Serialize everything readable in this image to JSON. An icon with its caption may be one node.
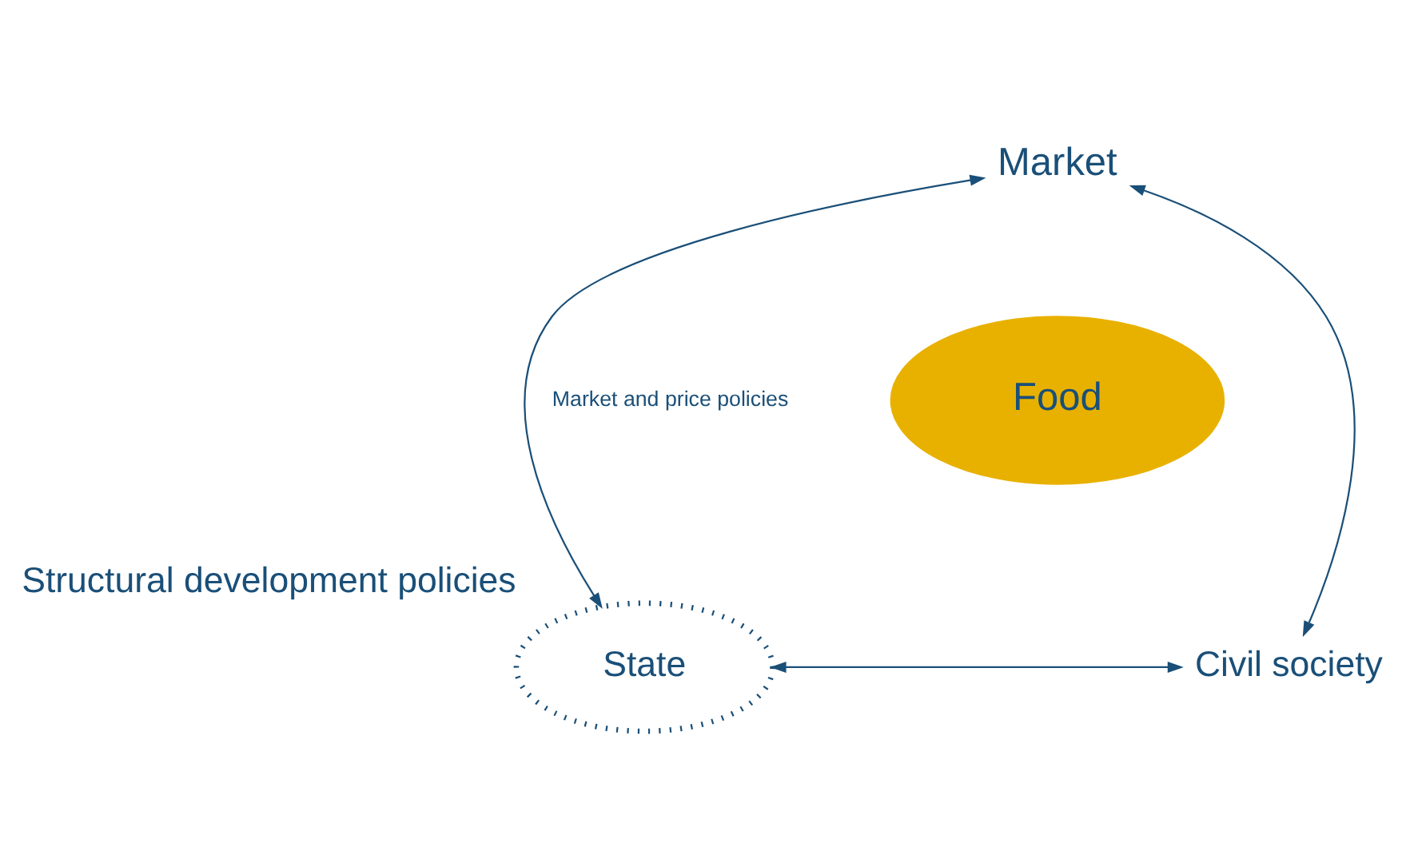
{
  "diagram": {
    "nodes": [
      {
        "text": [
          "Market"
        ]
      },
      {
        "text": [
          "Food"
        ]
      },
      {
        "text": [
          "State"
        ],
        "beside": [
          "Structural development policies"
        ]
      },
      {
        "text": [
          "Civil society"
        ]
      }
    ],
    "edges": [
      {
        "from": 0,
        "to": 2,
        "arrow": "both",
        "label": "Market and price policies"
      },
      {
        "from": 0,
        "to": 3,
        "arrow": "both"
      },
      {
        "from": 2,
        "to": 3,
        "arrow": "both"
      }
    ]
  }
}
